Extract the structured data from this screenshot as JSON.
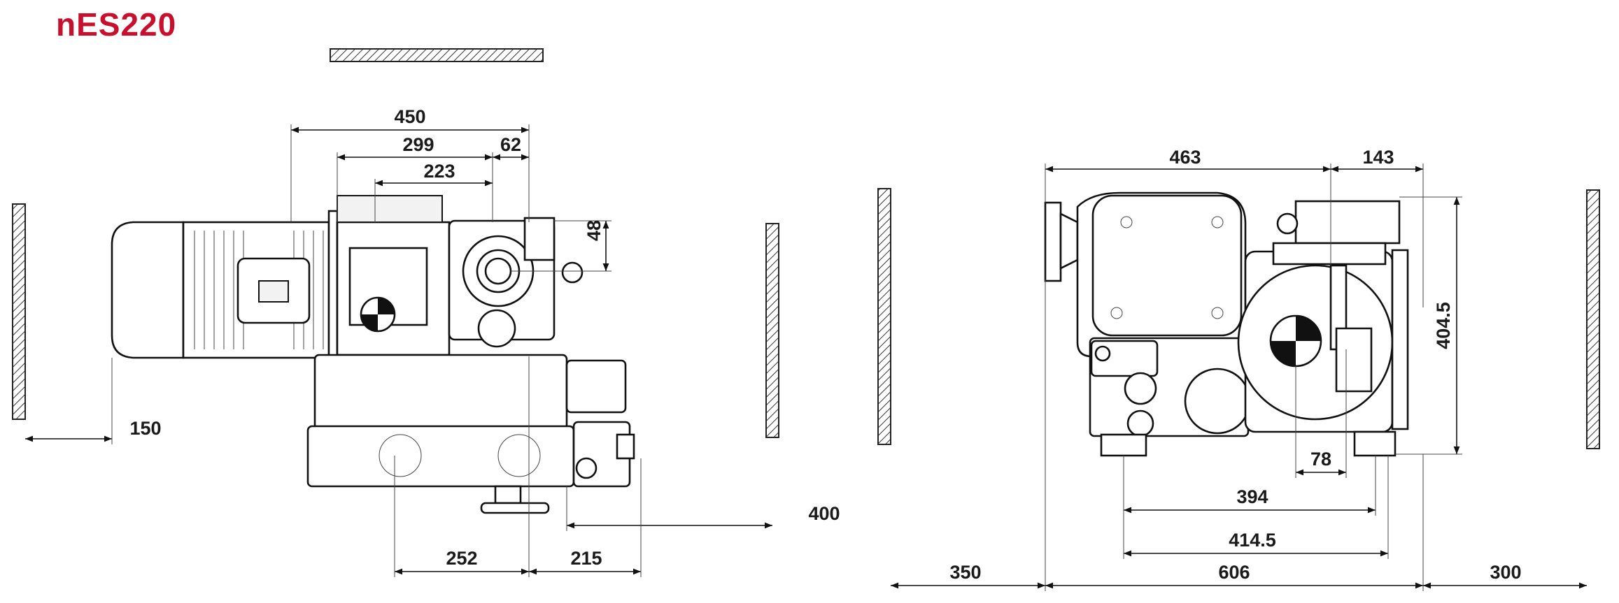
{
  "title": "nES220",
  "side_view": {
    "dims": {
      "d450": "450",
      "d299": "299",
      "d62": "62",
      "d223": "223",
      "d48": "48",
      "d150": "150",
      "d400": "400",
      "d252": "252",
      "d215": "215"
    }
  },
  "front_view": {
    "dims": {
      "d463": "463",
      "d143": "143",
      "d404_5": "404.5",
      "d78": "78",
      "d394": "394",
      "d414_5": "414.5",
      "d350": "350",
      "d606": "606",
      "d300": "300"
    }
  },
  "colors": {
    "title": "#c8102e",
    "lines": "#111111",
    "wall_hatch": "#222222"
  }
}
